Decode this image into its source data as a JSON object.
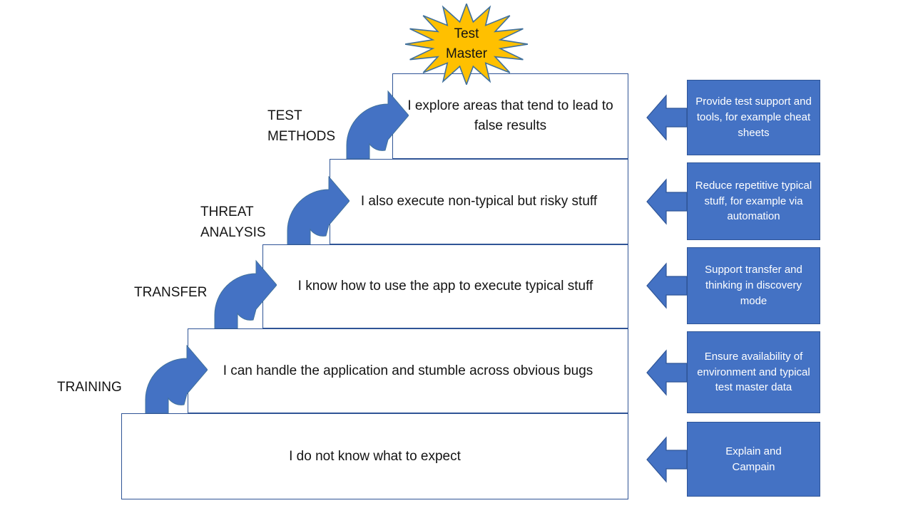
{
  "star": {
    "label": "Test\nMaster"
  },
  "phases": [
    {
      "label": "TRAINING"
    },
    {
      "label": "TRANSFER"
    },
    {
      "label": "THREAT\nANALYSIS"
    },
    {
      "label": "TEST\nMETHODS"
    }
  ],
  "steps": [
    {
      "level": 1,
      "text": "I do not know what to expect"
    },
    {
      "level": 2,
      "text": "I can handle the application and stumble across obvious bugs"
    },
    {
      "level": 3,
      "text": "I know how to use the app to execute typical stuff"
    },
    {
      "level": 4,
      "text": "I also execute non-typical but risky stuff"
    },
    {
      "level": 5,
      "text": "I explore areas that tend to lead to false results"
    }
  ],
  "notes": [
    {
      "text": "Provide test support and tools, for example cheat sheets"
    },
    {
      "text": "Reduce repetitive typical stuff, for example via automation"
    },
    {
      "text": "Support transfer and thinking in discovery mode"
    },
    {
      "text": "Ensure availability of environment and typical test master data"
    },
    {
      "text": "Explain and Campain"
    }
  ],
  "colors": {
    "accent_blue": "#4472C4",
    "box_border_navy": "#2F5496",
    "arrow_outline": "#41719C",
    "star_gold": "#FFC000",
    "note_text": "#FFFFFF"
  }
}
